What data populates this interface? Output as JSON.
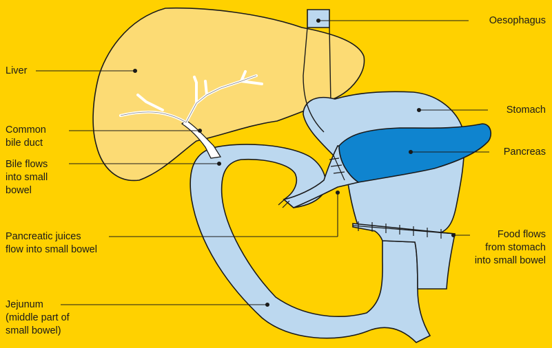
{
  "colors": {
    "background": "#FFD100",
    "liver": "#FCDB74",
    "bowel": "#BCD8EF",
    "pancreas": "#0F84CF",
    "bile_duct": "#FFFFFF",
    "outline": "#1A1A1A"
  },
  "labels": {
    "liver": "Liver",
    "common_bile_duct": [
      "Common",
      "bile duct"
    ],
    "bile_flows": [
      "Bile flows",
      "into small",
      "bowel"
    ],
    "pancreatic_juices": [
      "Pancreatic juices",
      "flow into small bowel"
    ],
    "jejunum": [
      "Jejunum",
      "(middle part of",
      "small bowel)"
    ],
    "oesophagus": "Oesophagus",
    "stomach": "Stomach",
    "pancreas": "Pancreas",
    "food_flows": [
      "Food flows",
      "from stomach",
      "into small bowel"
    ]
  }
}
